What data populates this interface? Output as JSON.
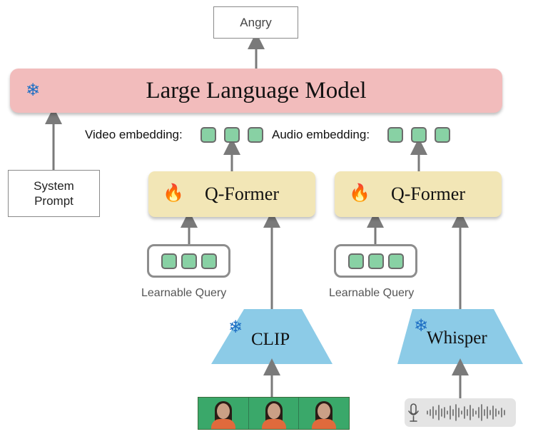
{
  "output": {
    "label": "Angry"
  },
  "llm": {
    "label": "Large Language Model",
    "state_icon": "snowflake-icon"
  },
  "system_prompt": {
    "line1": "System",
    "line2": "Prompt"
  },
  "embeddings": {
    "video_label": "Video embedding:",
    "audio_label": "Audio embedding:"
  },
  "video_branch": {
    "qformer_label": "Q-Former",
    "qformer_state_icon": "fire-icon",
    "query_label": "Learnable Query",
    "encoder_label": "CLIP",
    "encoder_state_icon": "snowflake-icon",
    "input_icon": "video-frames"
  },
  "audio_branch": {
    "qformer_label": "Q-Former",
    "qformer_state_icon": "fire-icon",
    "query_label": "Learnable Query",
    "encoder_label": "Whisper",
    "encoder_state_icon": "snowflake-icon",
    "input_icon": "microphone-waveform-icon"
  },
  "colors": {
    "llm": "#f2bcbc",
    "qformer": "#f2e6b6",
    "encoder": "#8ccbe7",
    "token": "#88d1a4",
    "arrow": "#7a7a7a",
    "frozen": "#1e6fc4",
    "trainable": "#e8452c"
  }
}
